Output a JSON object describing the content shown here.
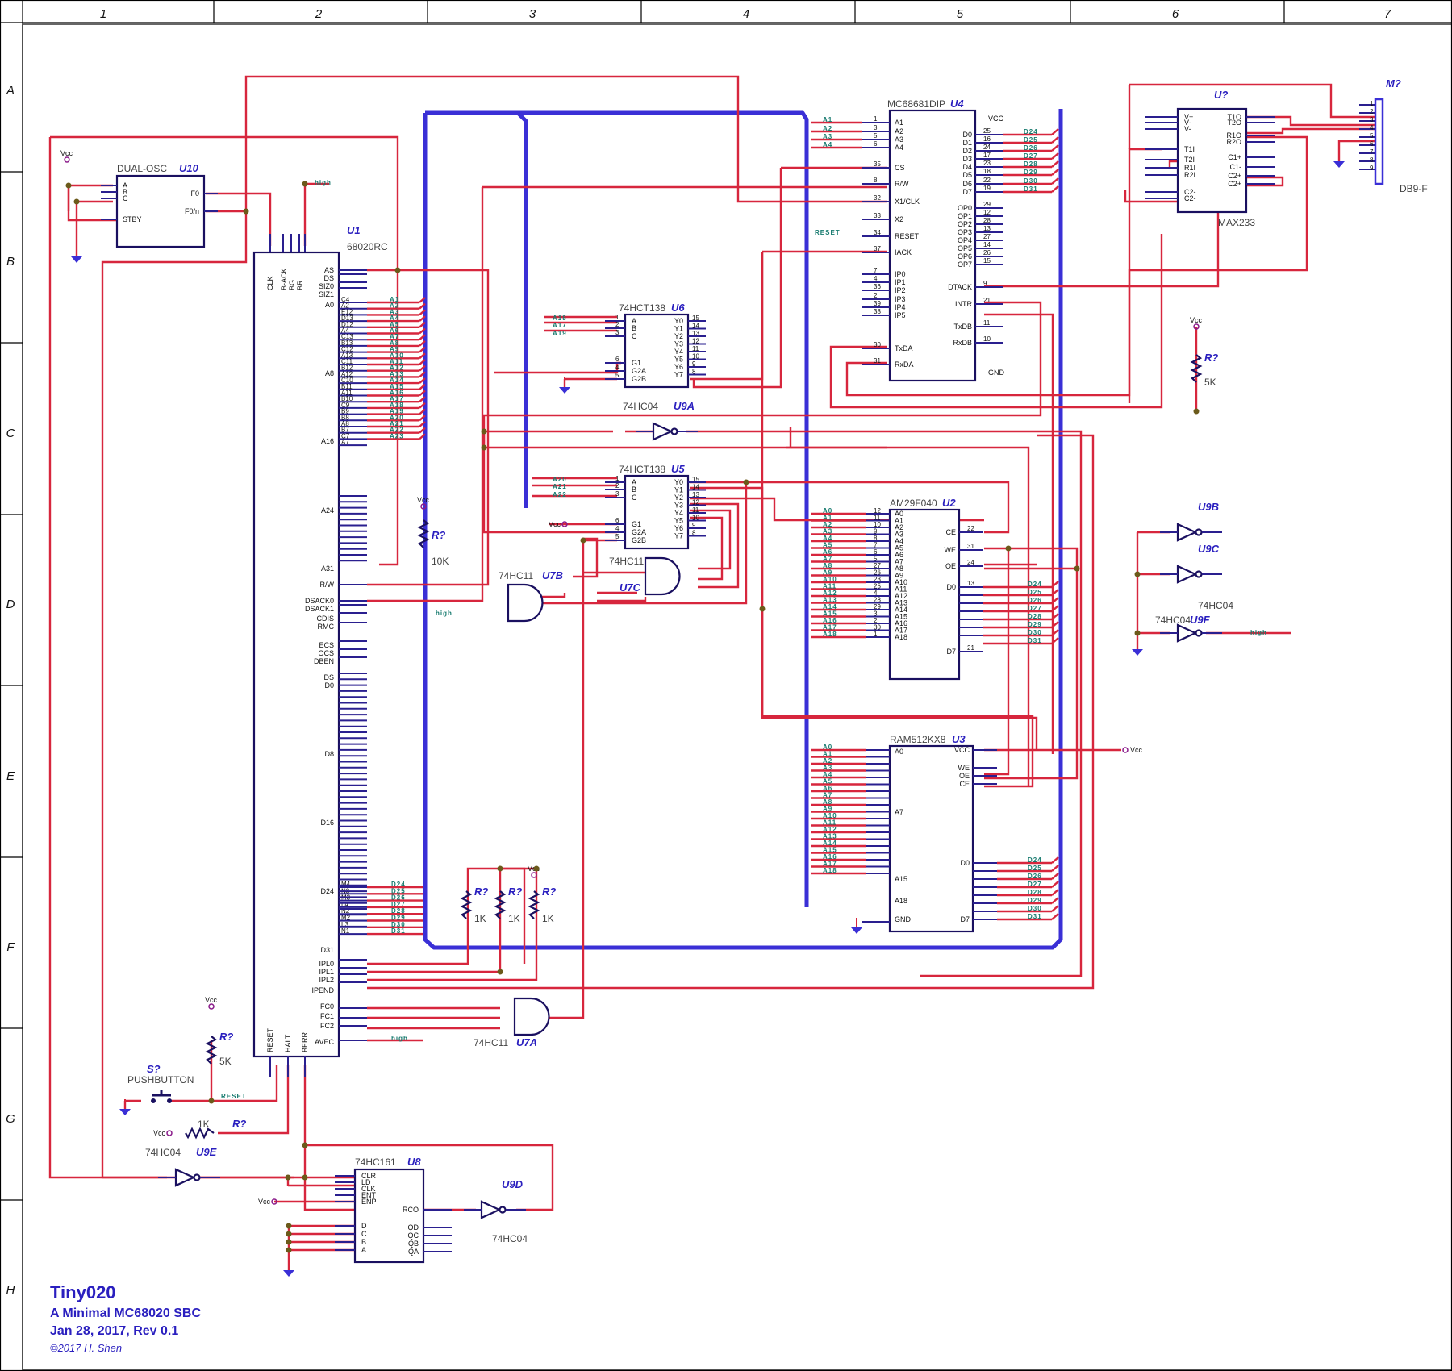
{
  "border": {
    "columns": [
      "1",
      "2",
      "3",
      "4",
      "5",
      "6",
      "7"
    ],
    "rows": [
      "A",
      "B",
      "C",
      "D",
      "E",
      "F",
      "G",
      "H"
    ]
  },
  "title_block": {
    "title": "Tiny020",
    "subtitle": "A Minimal MC68020 SBC",
    "date_rev": "Jan 28, 2017, Rev 0.1",
    "copyright": "©2017 H. Shen"
  },
  "components": {
    "U1": {
      "ref": "U1",
      "part": "68020RC"
    },
    "U2": {
      "ref": "U2",
      "part": "AM29F040"
    },
    "U3": {
      "ref": "U3",
      "part": "RAM512KX8"
    },
    "U4": {
      "ref": "U4",
      "part": "MC68681DIP"
    },
    "U5": {
      "ref": "U5",
      "part": "74HCT138"
    },
    "U6": {
      "ref": "U6",
      "part": "74HCT138"
    },
    "U7A": {
      "ref": "U7A",
      "part": "74HC11"
    },
    "U7B": {
      "ref": "U7B",
      "part": "74HC11"
    },
    "U7C": {
      "ref": "U7C",
      "part": "74HC11"
    },
    "U8": {
      "ref": "U8",
      "part": "74HC161"
    },
    "U9A": {
      "ref": "U9A",
      "part": "74HC04"
    },
    "U9B": {
      "ref": "U9B",
      "part": ""
    },
    "U9C": {
      "ref": "U9C",
      "part": "74HC04"
    },
    "U9D": {
      "ref": "U9D",
      "part": "74HC04"
    },
    "U9E": {
      "ref": "U9E",
      "part": "74HC04"
    },
    "U9F": {
      "ref": "U9F",
      "part": "74HC04"
    },
    "U10": {
      "ref": "U10",
      "part": "DUAL-OSC"
    },
    "U_max": {
      "ref": "U?",
      "part": "MAX233"
    },
    "M": {
      "ref": "M?",
      "part": "DB9-F"
    },
    "S": {
      "ref": "S?",
      "part": "PUSHBUTTON"
    }
  },
  "resistors": [
    {
      "ref": "R?",
      "value": "10K"
    },
    {
      "ref": "R?",
      "value": "5K"
    },
    {
      "ref": "R?",
      "value": "5K"
    },
    {
      "ref": "R?",
      "value": "1K"
    },
    {
      "ref": "R?",
      "value": "1K"
    },
    {
      "ref": "R?",
      "value": "1K"
    },
    {
      "ref": "R?",
      "value": "1K"
    }
  ],
  "power": {
    "vcc": "Vcc",
    "high": "high",
    "reset": "RESET"
  },
  "u1_pins_left": {
    "top": [
      "CLK",
      "B-ACK",
      "BG",
      "BR"
    ],
    "right": [
      "AS",
      "DS",
      "SIZ0",
      "SIZ1",
      "A0",
      "A8",
      "A16",
      "A24",
      "A31",
      "R/W",
      "DSACK0",
      "DSACK1",
      "CDIS",
      "RMC",
      "ECS",
      "OCS",
      "DBEN",
      "DS",
      "D0",
      "D8",
      "D16",
      "D24",
      "D31",
      "IPL0",
      "IPL1",
      "IPL2",
      "IPEND",
      "FC0",
      "FC1",
      "FC2",
      "AVEC"
    ],
    "bottom": [
      "RESET",
      "HALT",
      "BERR"
    ]
  },
  "u4_pins": {
    "left": [
      "A1",
      "A2",
      "A3",
      "A4",
      "CS",
      "R/W",
      "X1/CLK",
      "X2",
      "RESET",
      "IACK",
      "IP0",
      "IP1",
      "IP2",
      "IP3",
      "IP4",
      "IP5",
      "TxDA",
      "RxDA"
    ],
    "right": [
      "D0",
      "D1",
      "D2",
      "D3",
      "D4",
      "D5",
      "D6",
      "D7",
      "OP0",
      "OP1",
      "OP2",
      "OP3",
      "OP4",
      "OP5",
      "OP6",
      "OP7",
      "DTACK",
      "INTR",
      "TxDB",
      "RxDB"
    ],
    "power": [
      "VCC",
      "GND"
    ]
  },
  "u2_pins": {
    "left": [
      "A0",
      "A1",
      "A2",
      "A3",
      "A4",
      "A5",
      "A6",
      "A7",
      "A8",
      "A9",
      "A10",
      "A11",
      "A12",
      "A13",
      "A14",
      "A15",
      "A16",
      "A17",
      "A18"
    ],
    "right": [
      "CE",
      "WE",
      "OE",
      "D0",
      "D7"
    ]
  },
  "u3_pins": {
    "left": [
      "A0",
      "A7",
      "A15",
      "A18",
      "GND"
    ],
    "right": [
      "VCC",
      "WE",
      "OE",
      "CE",
      "D0",
      "D7"
    ]
  },
  "decoder_pins": {
    "left": [
      "A",
      "B",
      "C",
      "G1",
      "G2A",
      "G2B"
    ],
    "right": [
      "Y0",
      "Y1",
      "Y2",
      "Y3",
      "Y4",
      "Y5",
      "Y6",
      "Y7"
    ]
  },
  "u8_pins": {
    "left": [
      "CLR",
      "LD",
      "CLK",
      "ENT",
      "ENP",
      "D",
      "C",
      "B",
      "A"
    ],
    "right": [
      "RCO",
      "QD",
      "QC",
      "QB",
      "QA"
    ]
  },
  "osc_pins": {
    "left": [
      "A",
      "B",
      "C",
      "STBY"
    ],
    "right": [
      "F0",
      "F0/n"
    ]
  },
  "max_pins": {
    "left": [
      "V+",
      "V-",
      "V-",
      "T1I",
      "T2I",
      "R1I",
      "R2I",
      "C2-",
      "C2-"
    ],
    "right": [
      "T1O",
      "T2O",
      "R1O",
      "R2O",
      "C1+",
      "C1-",
      "C2+",
      "C2+"
    ]
  },
  "address_nets": [
    "A0",
    "A1",
    "A2",
    "A3",
    "A4",
    "A5",
    "A6",
    "A7",
    "A8",
    "A9",
    "A10",
    "A11",
    "A12",
    "A13",
    "A14",
    "A15",
    "A16",
    "A17",
    "A18",
    "A19",
    "A20",
    "A21",
    "A22",
    "A23"
  ],
  "data_nets": [
    "D24",
    "D25",
    "D26",
    "D27",
    "D28",
    "D29",
    "D30",
    "D31"
  ],
  "u1_addr_pins": [
    "C4",
    "A2",
    "E12",
    "D13",
    "D12",
    "A4",
    "C13",
    "B13",
    "C12",
    "A13",
    "C11",
    "B12",
    "A12",
    "C10",
    "B11",
    "A11",
    "B10",
    "C9",
    "B9",
    "B8",
    "A8",
    "B7",
    "C7",
    "A7"
  ],
  "u1_data_pins": [
    "M4",
    "N3",
    "M3",
    "L4",
    "N2",
    "M2",
    "L3",
    "N1"
  ]
}
